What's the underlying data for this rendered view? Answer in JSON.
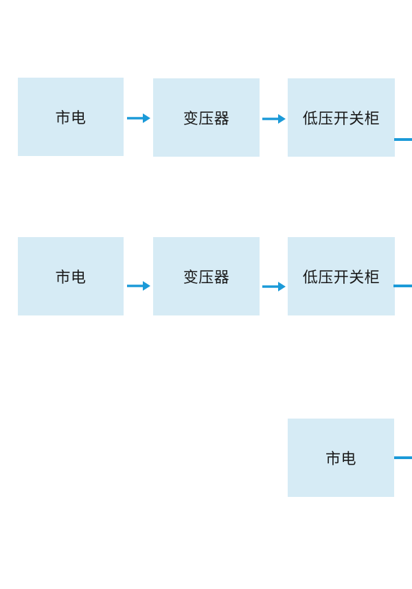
{
  "flowchart": {
    "description": "Power supply flow diagram, three rows of light-blue process boxes linked by blue arrows; each row's last connector runs off the right edge of the image",
    "colors": {
      "node_fill": "#d6ebf5",
      "node_text": "#1a1a1a",
      "connector_blue": "#1b9ad8",
      "background": "#ffffff"
    },
    "rows": [
      {
        "name": "row-1",
        "nodes": [
          {
            "label": "市电"
          },
          {
            "label": "变压器"
          },
          {
            "label": "低压开关柜"
          }
        ],
        "connectors": [
          {
            "type": "arrow",
            "from": "市电",
            "to": "变压器"
          },
          {
            "type": "arrow",
            "from": "变压器",
            "to": "低压开关柜"
          },
          {
            "type": "exit-line",
            "from": "低压开关柜",
            "to": "off-screen-right"
          }
        ]
      },
      {
        "name": "row-2",
        "nodes": [
          {
            "label": "市电"
          },
          {
            "label": "变压器"
          },
          {
            "label": "低压开关柜"
          }
        ],
        "connectors": [
          {
            "type": "arrow",
            "from": "市电",
            "to": "变压器"
          },
          {
            "type": "arrow",
            "from": "变压器",
            "to": "低压开关柜"
          },
          {
            "type": "exit-line",
            "from": "低压开关柜",
            "to": "off-screen-right"
          }
        ]
      },
      {
        "name": "row-3",
        "nodes": [
          {
            "label": "市电"
          }
        ],
        "connectors": [
          {
            "type": "exit-line",
            "from": "市电",
            "to": "off-screen-right"
          }
        ]
      }
    ]
  }
}
